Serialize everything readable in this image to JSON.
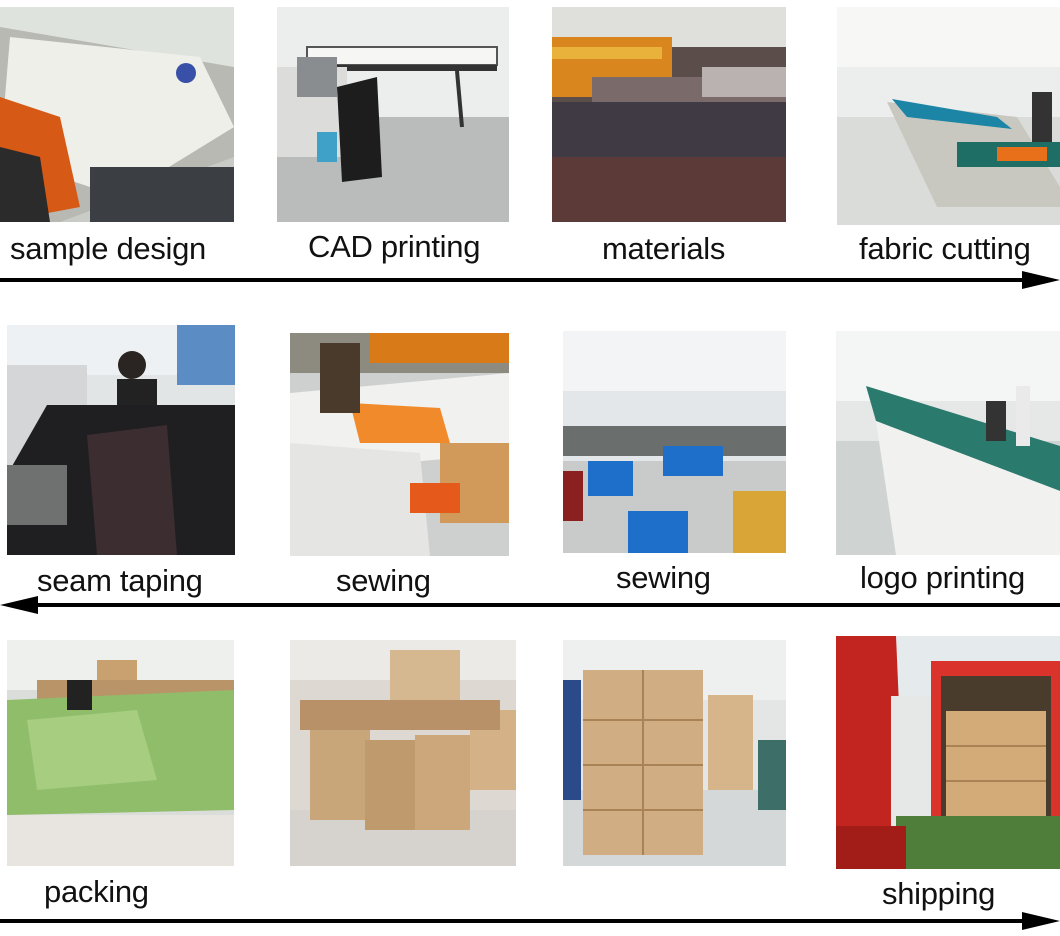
{
  "rows": [
    {
      "direction": "right",
      "steps": [
        {
          "label": "sample design"
        },
        {
          "label": "CAD printing"
        },
        {
          "label": "materials"
        },
        {
          "label": "fabric cutting"
        }
      ]
    },
    {
      "direction": "left",
      "steps": [
        {
          "label": "seam taping"
        },
        {
          "label": "sewing"
        },
        {
          "label": "sewing"
        },
        {
          "label": "logo printing"
        }
      ]
    },
    {
      "direction": "right",
      "steps": [
        {
          "label": "packing"
        },
        {
          "label": ""
        },
        {
          "label": ""
        },
        {
          "label": "shipping"
        }
      ]
    }
  ],
  "colors": {
    "text": "#111111",
    "arrow": "#000000",
    "background": "#ffffff"
  }
}
